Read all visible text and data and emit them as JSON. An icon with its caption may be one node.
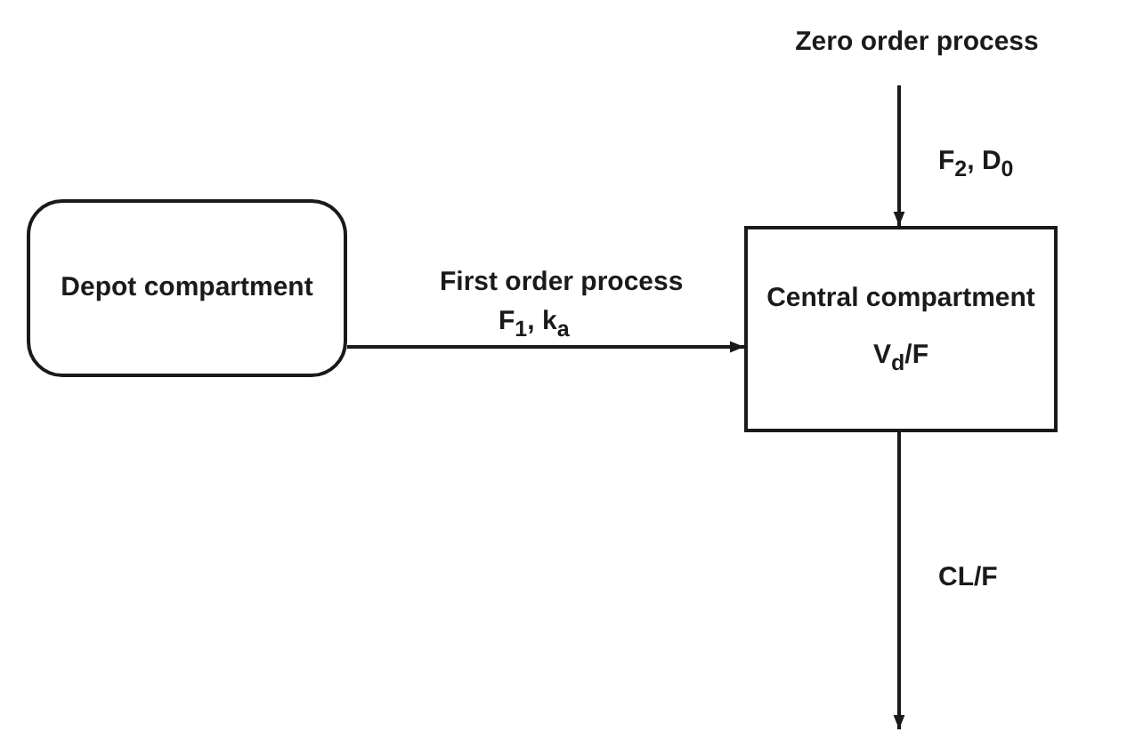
{
  "diagram": {
    "nodes": [
      {
        "text": [
          "Depot compartment"
        ]
      },
      {
        "text": [
          "Central compartment",
          "V$_{d}$/F"
        ]
      },
      {
        "text": [
          "Zero order process"
        ]
      }
    ],
    "edges": [
      {
        "from": 0,
        "to": 1,
        "arrow": "to",
        "label": "F$_{1}$, k$_{a}$"
      },
      {
        "from": 2,
        "to": 1,
        "arrow": "to",
        "label": "F$_{2}$, D$_{0}$"
      },
      {
        "from": 1,
        "to": null,
        "arrow": "to",
        "label": "CL/F"
      }
    ],
    "labels": [
      "First order process"
    ]
  }
}
